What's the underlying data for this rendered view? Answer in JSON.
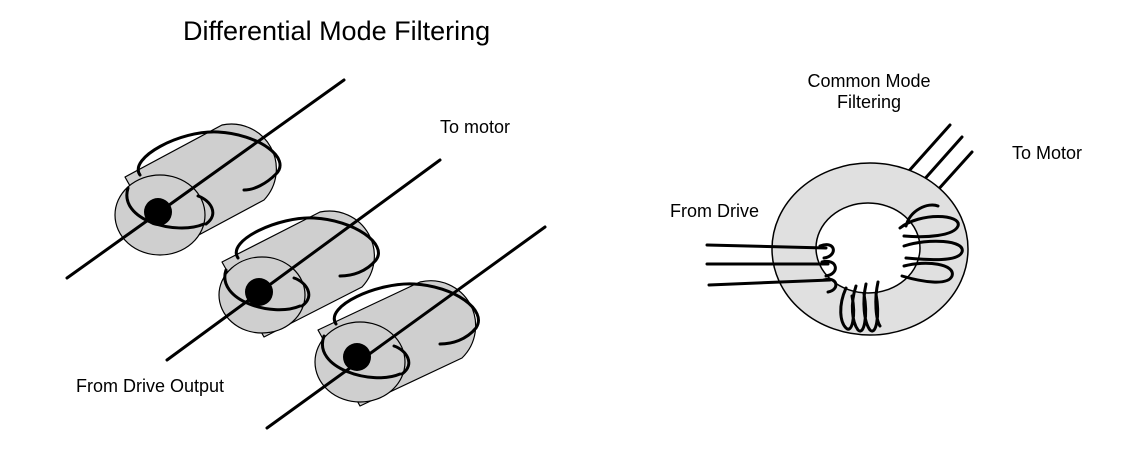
{
  "labels": {
    "differential_title": "Differential Mode Filtering",
    "differential_to_motor": "To motor",
    "differential_from_drive_output": "From Drive Output",
    "common_title": "Common Mode Filtering",
    "common_to_motor": "To Motor",
    "common_from_drive": "From Drive"
  },
  "colors": {
    "core_fill": "#cfcfcf",
    "toroid_fill": "#e0e0e0",
    "stroke": "#000000",
    "background": "#ffffff"
  }
}
